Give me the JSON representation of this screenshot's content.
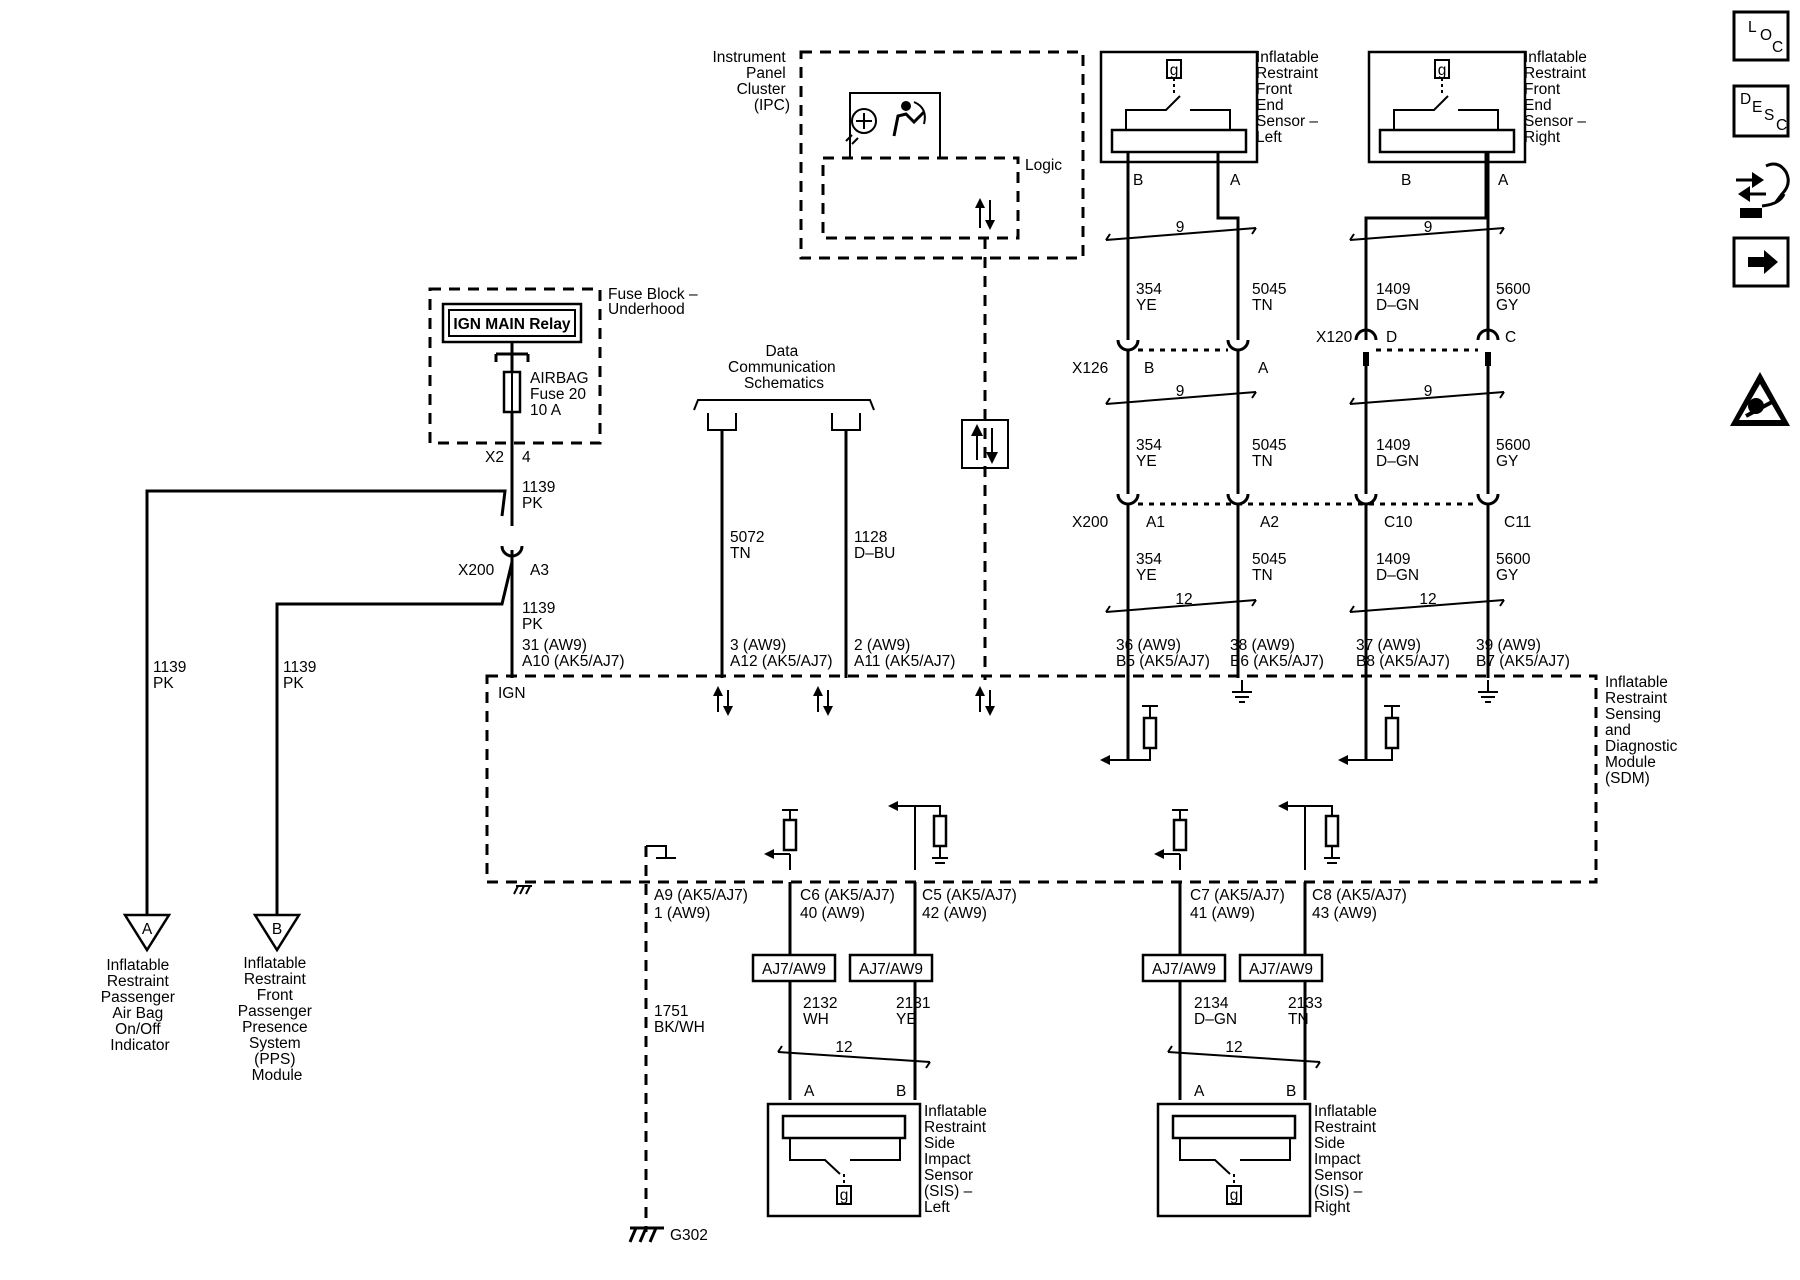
{
  "components": {
    "ipc": "Instrument Panel Cluster (IPC)",
    "ipc_logic": "Logic",
    "fuse_block": "Fuse Block – Underhood",
    "ign_relay": "IGN MAIN Relay",
    "fuse": "AIRBAG Fuse 20 10 A",
    "front_left": "Inflatable Restraint Front End Sensor – Left",
    "front_right": "Inflatable Restraint Front End Sensor – Right",
    "data_comm": "Data Communication Schematics",
    "sdm": "Inflatable Restraint Sensing and Diagnostic Module (SDM)",
    "sdm_ign": "IGN",
    "sis_left": "Inflatable Restraint Side Impact Sensor (SIS) – Left",
    "sis_right": "Inflatable Restraint Side Impact Sensor (SIS) – Right",
    "ref_a_label": "Inflatable Restraint Passenger Air Bag On/Off Indicator",
    "ref_b_label": "Inflatable Restraint Front Passenger Presence System (PPS) Module",
    "ground": "G302"
  },
  "references": {
    "a": "A",
    "b": "B"
  },
  "connectors": {
    "x2": "X2",
    "x2_pin": "4",
    "x200": "X200",
    "x200_a3": "A3",
    "x200_a1": "A1",
    "x200_a2": "A2",
    "x200_c10": "C10",
    "x200_c11": "C11",
    "x126": "X126",
    "x126_b": "B",
    "x126_a": "A",
    "x120": "X120",
    "x120_d": "D",
    "x120_c": "C",
    "fl_b": "B",
    "fl_a": "A",
    "fr_b": "B",
    "fr_a": "A",
    "sisl_a": "A",
    "sisl_b": "B",
    "sisr_a": "A",
    "sisr_b": "B"
  },
  "wires": {
    "pk_1139": [
      "1139",
      "PK"
    ],
    "tn_5072": [
      "5072",
      "TN"
    ],
    "dbu_1128": [
      "1128",
      "D–BU"
    ],
    "ye_354": [
      "354",
      "YE"
    ],
    "tn_5045": [
      "5045",
      "TN"
    ],
    "dgn_1409": [
      "1409",
      "D–GN"
    ],
    "gy_5600": [
      "5600",
      "GY"
    ],
    "bkwh_1751": [
      "1751",
      "BK/WH"
    ],
    "wh_2132": [
      "2132",
      "WH"
    ],
    "ye_2131": [
      "2131",
      "YE"
    ],
    "dgn_2134": [
      "2134",
      "D–GN"
    ],
    "tn_2133": [
      "2133",
      "TN"
    ]
  },
  "twists": {
    "t9": "9",
    "t12": "12"
  },
  "pins": {
    "ign": [
      "31 (AW9)",
      "A10 (AK5/AJ7)"
    ],
    "c5072": [
      "3 (AW9)",
      "A12 (AK5/AJ7)"
    ],
    "c1128": [
      "2 (AW9)",
      "A11 (AK5/AJ7)"
    ],
    "c354": [
      "36 (AW9)",
      "B5 (AK5/AJ7)"
    ],
    "c5045": [
      "38 (AW9)",
      "B6 (AK5/AJ7)"
    ],
    "c1409": [
      "37 (AW9)",
      "B8 (AK5/AJ7)"
    ],
    "c5600": [
      "39 (AW9)",
      "B7 (AK5/AJ7)"
    ],
    "c1751": [
      "A9 (AK5/AJ7)",
      "1 (AW9)"
    ],
    "c2132": [
      "C6 (AK5/AJ7)",
      "40 (AW9)"
    ],
    "c2131": [
      "C5 (AK5/AJ7)",
      "42 (AW9)"
    ],
    "c2134": [
      "C7 (AK5/AJ7)",
      "41 (AW9)"
    ],
    "c2133": [
      "C8 (AK5/AJ7)",
      "43 (AW9)"
    ]
  },
  "option_box": "AJ7/AW9",
  "nav": {
    "loc": [
      "L",
      "O",
      "C"
    ],
    "desc": [
      "D",
      "E",
      "S",
      "C"
    ]
  }
}
